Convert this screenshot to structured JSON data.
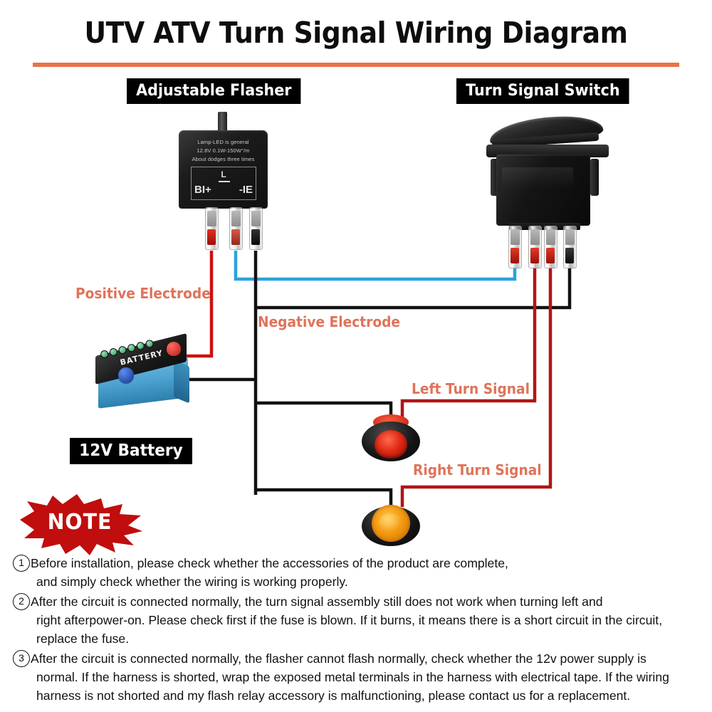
{
  "header": {
    "title": "UTV ATV Turn Signal Wiring Diagram",
    "accent_color": "#e8744a"
  },
  "captions": {
    "flasher": "Adjustable Flasher",
    "switch": "Turn Signal Switch",
    "battery": "12V Battery"
  },
  "flasher": {
    "print_line_1": "Lamp-LED is general",
    "print_line_2": "12.8V 0.1W-150W°/m",
    "print_line_3": "About dodges three times",
    "terminal_top": "L",
    "terminal_left": "BI+",
    "terminal_right": "-IE"
  },
  "battery": {
    "label": "BATTERY"
  },
  "wire_labels": {
    "positive": "Positive Electrode",
    "negative": "Negative Electrode",
    "left_turn": "Left Turn Signal",
    "right_turn": "Right Turn Signal",
    "label_color": "#e0735a"
  },
  "wire_colors": {
    "red": "#cc1111",
    "dark_red": "#b01515",
    "blue": "#29a3dd",
    "black": "#111111"
  },
  "note": {
    "badge_label": "NOTE",
    "badge_color": "#c00d0d",
    "items": [
      {
        "number": "1",
        "line_1": "Before installation, please check whether the accessories of the product are complete,",
        "line_2": "and simply check whether the wiring is working properly."
      },
      {
        "number": "2",
        "line_1": "After the circuit is connected normally, the turn signal assembly still does not work when turning left and",
        "line_2": "right afterpower-on. Please check first if the fuse is blown. If it burns, it means there is a short circuit in the circuit,",
        "line_3": "replace the fuse."
      },
      {
        "number": "3",
        "line_1": "After the circuit is connected normally, the flasher cannot flash normally, check whether the 12v power supply is",
        "line_2": "normal. If the harness is shorted, wrap the exposed metal terminals in the harness with electrical tape. If the wiring",
        "line_3": "harness is not shorted and my flash relay accessory is malfunctioning, please contact us for a replacement."
      }
    ]
  }
}
